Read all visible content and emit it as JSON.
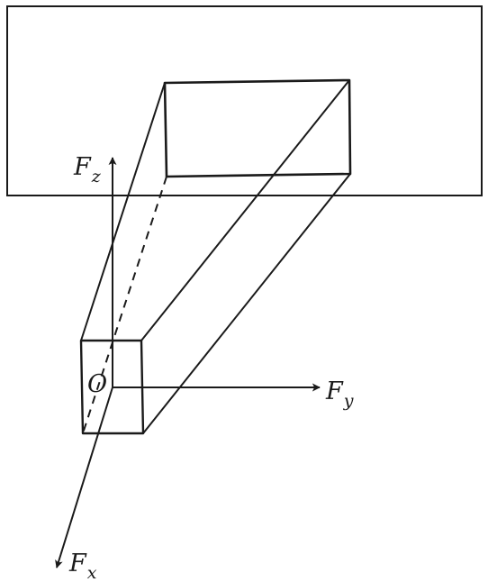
{
  "labels": {
    "fz": {
      "main": "F",
      "sub": "z"
    },
    "fy": {
      "main": "F",
      "sub": "y"
    },
    "fx": {
      "main": "F",
      "sub": "x"
    },
    "origin": "O"
  },
  "colors": {
    "stroke": "#1a1a1a",
    "background": "#ffffff"
  }
}
